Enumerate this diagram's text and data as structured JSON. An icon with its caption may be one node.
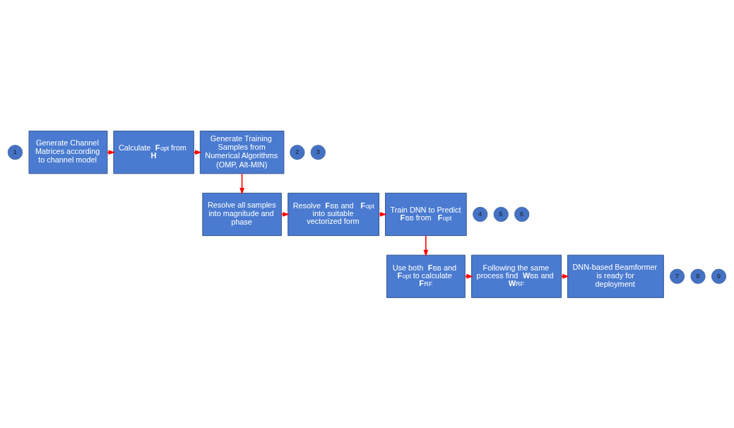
{
  "diagram": {
    "nodes": [
      {
        "text": [
          "1"
        ]
      },
      {
        "text": [
          "Generate Channel Matrices according to channel model"
        ]
      },
      {
        "text": [
          "2"
        ]
      },
      {
        "text": [
          "Calculate **F**$_{opt}$ from **H**"
        ]
      },
      {
        "text": [
          "3"
        ]
      },
      {
        "text": [
          "Generate Training Samples from Numerical Algorithms",
          "(OMP, Alt-MIN)"
        ]
      },
      {
        "text": [
          "4"
        ]
      },
      {
        "text": [
          "Resolve all samples into magnitude and phase"
        ]
      },
      {
        "text": [
          "5"
        ]
      },
      {
        "text": [
          "Resolve **F**$_{BB}$ and **F**$_{opt}$ into suitable vectorized form"
        ]
      },
      {
        "text": [
          "6"
        ]
      },
      {
        "text": [
          "Train DNN to Predict **F**$_{BB}$ from **F**$_{opt}$"
        ]
      },
      {
        "text": [
          "7"
        ]
      },
      {
        "text": [
          "Use both **F**$_{BB}$ and **F**$_{opt}$ to calculate **F**$_{RF}$"
        ]
      },
      {
        "text": [
          "8"
        ]
      },
      {
        "text": [
          "Following the same process find **W**$_{BB}$ and **W**$_{RF}$"
        ]
      },
      {
        "text": [
          "9"
        ]
      },
      {
        "text": [
          "DNN-based Beamformer is ready for deployment"
        ]
      }
    ],
    "edges": [
      {
        "from": 1,
        "to": 3,
        "arrow": "to"
      },
      {
        "from": 3,
        "to": 5,
        "arrow": "to"
      },
      {
        "from": 5,
        "to": 7,
        "arrow": "to"
      },
      {
        "from": 7,
        "to": 9,
        "arrow": "to"
      },
      {
        "from": 9,
        "to": 11,
        "arrow": "to"
      },
      {
        "from": 11,
        "to": 13,
        "arrow": "to"
      },
      {
        "from": 13,
        "to": 15,
        "arrow": "to"
      },
      {
        "from": 15,
        "to": 17,
        "arrow": "to"
      }
    ]
  }
}
